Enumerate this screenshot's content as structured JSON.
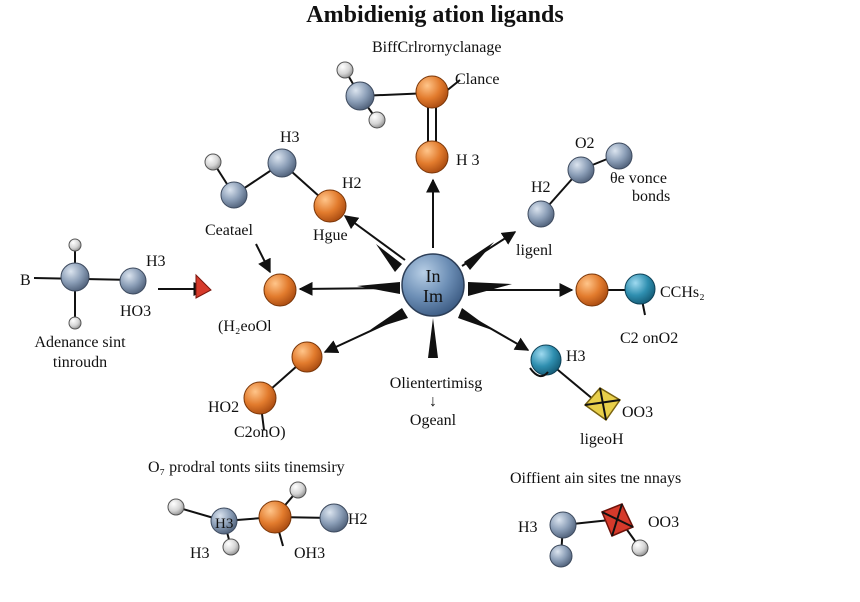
{
  "title": "Ambidienig ation ligands",
  "center": {
    "line1": "In",
    "line2": "Im"
  },
  "labels": {
    "top_sub": "BiffCrlrornyclanage",
    "top_clance": "Clance",
    "top_h3": "H 3",
    "upper_left_h3": "H3",
    "upper_left_h2": "H2",
    "upper_left_hgue": "Hgue",
    "ceatael": "Ceatael",
    "left_b": "B",
    "left_h3": "H3",
    "left_ho3": "HO3",
    "left_heool": "(H₂eoOl",
    "adenance_1": "Adenance sint",
    "adenance_2": "tinroudn",
    "lower_left_ho2": "HO2",
    "lower_left_c2ono": "C2onO)",
    "olienter": "Olientertimisg",
    "olienter_arrow": "↓",
    "ogeanl": "Ogeanl",
    "upper_right_o2": "O2",
    "upper_right_h2": "H2",
    "upper_right_oevonce": "θe vonce",
    "upper_right_bonds": "bonds",
    "ligenl": "ligenl",
    "right_cchs2": "CCHs₂",
    "right_c2ono2": "C2 onO2",
    "lower_right_h3": "H3",
    "lower_right_oo3": "OO3",
    "lower_right_ligeoh": "ligeoH",
    "bottom_left_title": "O₇ prodral tonts siits tinemsiry",
    "bottom_left_h3a": "H3",
    "bottom_left_h2": "H2",
    "bottom_left_h3b": "H3",
    "bottom_left_oh3": "OH3",
    "bottom_right_title": "Oiffient ain sites tne nnays",
    "bottom_right_h3": "H3",
    "bottom_right_oo3": "OO3"
  },
  "colors": {
    "center": "#5b7fa8",
    "blue_atom": "#7f93ad",
    "orange_atom": "#e07a2e",
    "small_atom": "#d8d8d8",
    "teal_atom": "#2f8fb0",
    "red_atom": "#d63a2b",
    "yellow_atom": "#e8cf4a"
  }
}
